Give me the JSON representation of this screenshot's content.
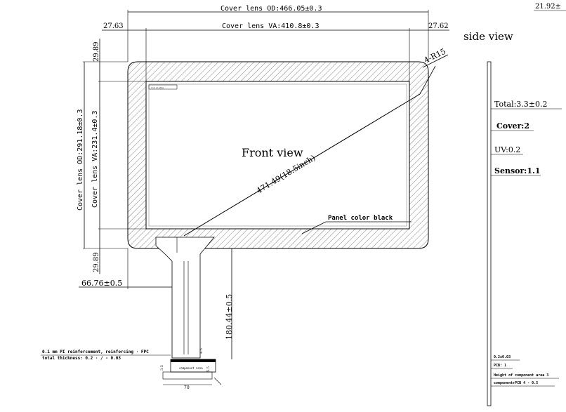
{
  "dims": {
    "od_width": "Cover lens OD:466.05±0.3",
    "va_width": "Cover lens VA:410.8±0.3",
    "left_margin": "27.63",
    "right_margin": "27.62",
    "top_margin": "29.89",
    "bottom_margin": "29.89",
    "od_height": "Cover lens OD:291.18±0.3",
    "va_height": "Cover lens VA:231.4±0.3",
    "fpc_offset": "66.76±0.5",
    "fpc_length": "180.44±0.5",
    "corner_radius": "4-R15",
    "diagonal": "471.49(18.5inch)",
    "side_top_partial": "21.92±"
  },
  "labels": {
    "front_view": "Front view",
    "side_view": "side view",
    "panel_color": "Panel color black",
    "fpc_note_line1": "0.1 mm PI reinforcement, reinforcing · FPC",
    "fpc_note_line2": "total thickness: 0.2 · / - 0.03",
    "fpc_width": "70",
    "fpc_small_a": "3.5",
    "fpc_small_b": "4.5",
    "fpc_small_c": "5.5",
    "fpc_component": "component area",
    "ink_note": "ink window"
  },
  "side_view": {
    "total": "Total:3.3±0.2",
    "cover": "Cover:2",
    "uv": "UV:0.2",
    "sensor": "Sensor:1.1",
    "fpc_thickness": "0.2±0.03",
    "pcb": "PCB: 1",
    "component_height": "Height of component area 3",
    "component_pcb": "component+PCB 4 - 0.5"
  }
}
